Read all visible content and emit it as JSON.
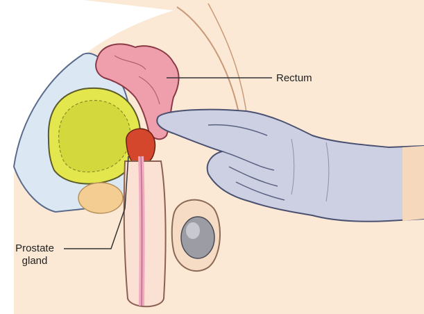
{
  "labels": {
    "rectum": "Rectum",
    "prostate_line1": "Prostate",
    "prostate_line2": "gland"
  },
  "colors": {
    "skin": "#f7dcc0",
    "skin_outline": "#b89070",
    "rectum": "#ec9aa6",
    "bladder": "#d9de45",
    "bladder_inner": "#c9ce38",
    "prostate": "#d2452a",
    "testis": "#9a9aa0",
    "glove": "#c8cce0",
    "cavity_blue": "#d8e6f2",
    "fat_pad": "#f2c88c",
    "urethra": "#f2a7c0"
  }
}
